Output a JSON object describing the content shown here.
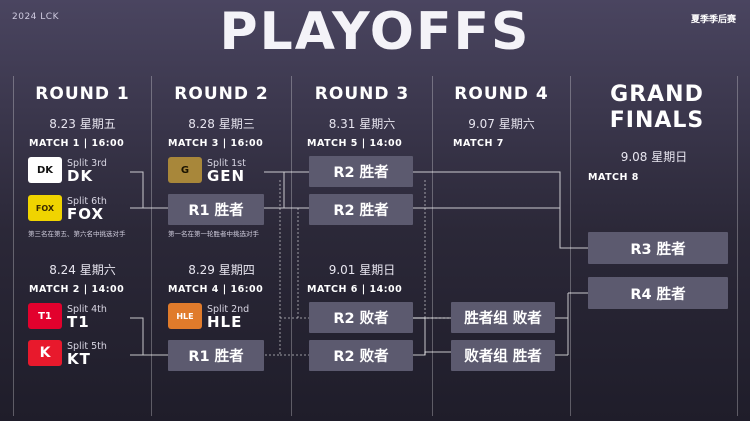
{
  "header": {
    "logo": "2024 LCK",
    "title": "PLAYOFFS",
    "subtitle": "夏季季后赛"
  },
  "columns": [
    {
      "round": "ROUND 1"
    },
    {
      "round": "ROUND 2"
    },
    {
      "round": "ROUND 3"
    },
    {
      "round": "ROUND 4"
    },
    {
      "round": "GRAND FINALS"
    }
  ],
  "round1": {
    "top": {
      "date": "8.23 星期五",
      "match": "MATCH 1 | 16:00",
      "teams": [
        {
          "split": "Split 3rd",
          "name": "DK",
          "logo_text": "DK",
          "color": "#111111"
        },
        {
          "split": "Split 6th",
          "name": "FOX",
          "logo_text": "FOX",
          "color": "#f0d400"
        }
      ],
      "note": "第三名在第五、第六名中挑选对手"
    },
    "bottom": {
      "date": "8.24 星期六",
      "match": "MATCH 2 | 14:00",
      "teams": [
        {
          "split": "Split 4th",
          "name": "T1",
          "logo_text": "T1",
          "color": "#e2012d"
        },
        {
          "split": "Split 5th",
          "name": "KT",
          "logo_text": "K",
          "color": "#e8192c"
        }
      ]
    }
  },
  "round2": {
    "top": {
      "date": "8.28 星期三",
      "match": "MATCH 3 | 16:00",
      "team": {
        "split": "Split 1st",
        "name": "GEN",
        "logo_text": "G",
        "color": "#a8873a"
      },
      "box": "R1 胜者",
      "note": "第一名在第一轮胜者中挑选对手"
    },
    "bottom": {
      "date": "8.29 星期四",
      "match": "MATCH 4 | 16:00",
      "team": {
        "split": "Split 2nd",
        "name": "HLE",
        "logo_text": "HLE",
        "color": "#e07b2b"
      },
      "box": "R1 胜者"
    }
  },
  "round3": {
    "top": {
      "date": "8.31 星期六",
      "match": "MATCH 5 | 14:00",
      "boxes": [
        "R2 胜者",
        "R2 胜者"
      ]
    },
    "bottom": {
      "date": "9.01 星期日",
      "match": "MATCH 6 | 14:00",
      "boxes": [
        "R2 败者",
        "R2 败者"
      ]
    }
  },
  "round4": {
    "date": "9.07 星期六",
    "match": "MATCH 7",
    "boxes": [
      "胜者组 败者",
      "败者组 胜者"
    ]
  },
  "finals": {
    "date": "9.08 星期日",
    "match": "MATCH 8",
    "boxes": [
      "R3 胜者",
      "R4 胜者"
    ]
  },
  "colors": {
    "box": "#5c5a6f",
    "line": "#ffffff"
  }
}
